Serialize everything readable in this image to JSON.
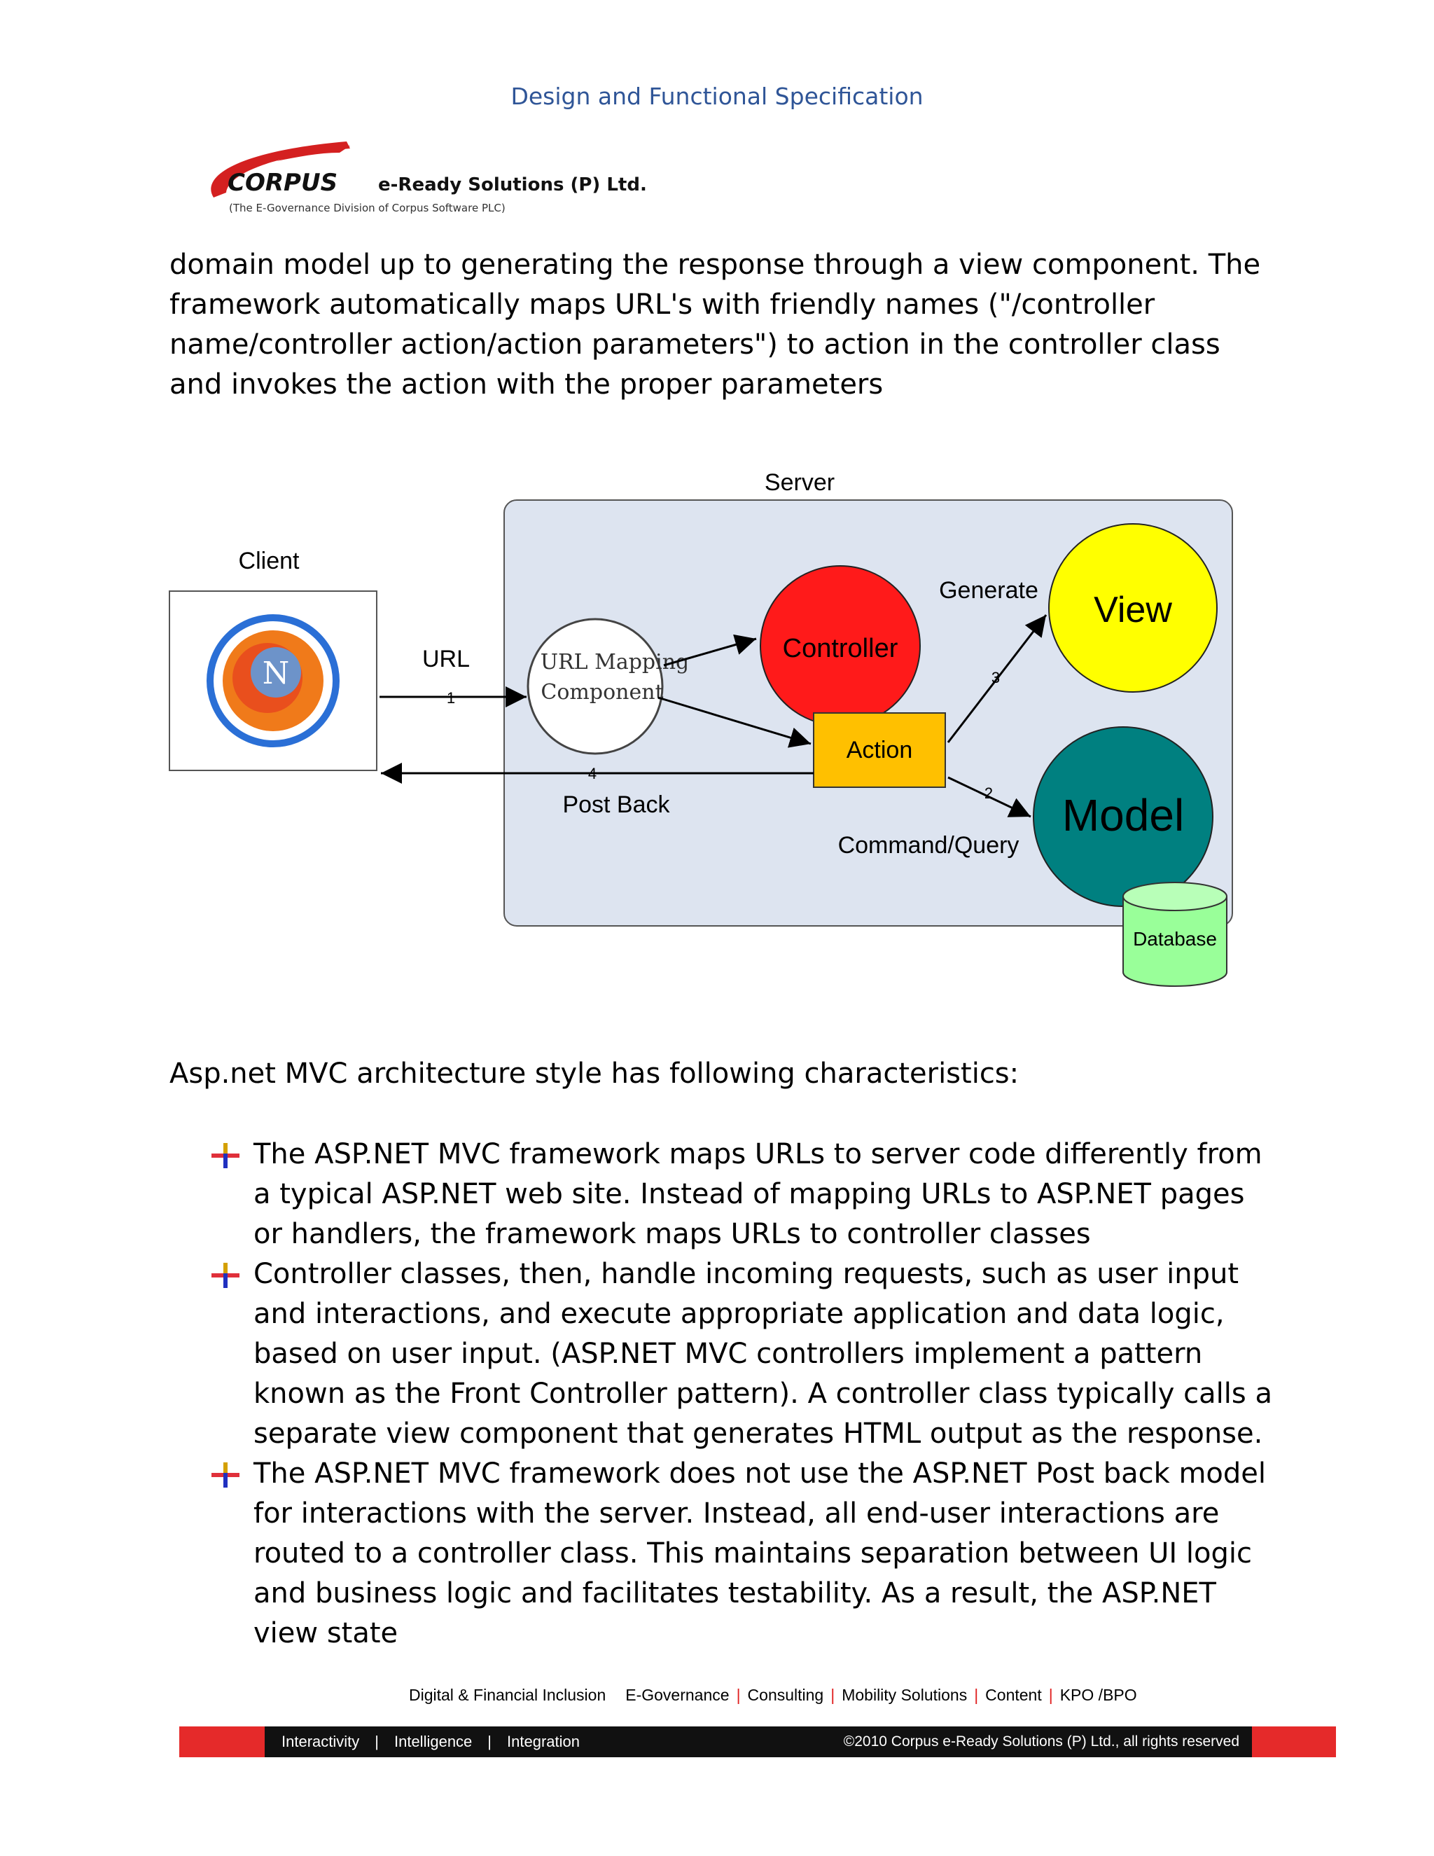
{
  "header": {
    "title": "Design and Functional Specification"
  },
  "logo": {
    "brand": "CORPUS",
    "company": "e-Ready Solutions (P) Ltd.",
    "tagline": "(The E-Governance Division of Corpus Software PLC)"
  },
  "intro_text": "domain model up to generating the response through a view component. The framework automatically maps URL's with friendly names (\"/controller name/controller action/action parameters\") to action in the controller class and invokes the action with the proper parameters",
  "diagram": {
    "server_label": "Server",
    "client_label": "Client",
    "url_label": "URL",
    "step1": "1",
    "url_mapping_line1": "URL Mapping",
    "url_mapping_line2": "Component",
    "controller": "Controller",
    "action": "Action",
    "generate_label": "Generate",
    "step3": "3",
    "view": "View",
    "step2": "2",
    "model": "Model",
    "command_query": "Command/Query",
    "database": "Database",
    "step4": "4",
    "post_back": "Post Back",
    "browser_letter": "N"
  },
  "characteristics_heading": "Asp.net MVC architecture style has following characteristics:",
  "bullets": [
    "The ASP.NET MVC framework maps URLs to server code differently from a typical ASP.NET web site. Instead of mapping URLs to ASP.NET pages or handlers, the framework maps URLs to controller classes",
    "Controller classes, then, handle incoming requests, such as user input and interactions, and execute appropriate application and data logic, based on user input. (ASP.NET MVC controllers implement a pattern known as the Front Controller pattern). A controller class typically calls a separate view component that generates HTML output as the response.",
    "The ASP.NET MVC framework does not use the ASP.NET Post back model for interactions with the server. Instead, all end-user interactions are routed to a controller class. This maintains separation between UI logic and business logic and facilitates testability. As a result, the ASP.NET view state"
  ],
  "footer": {
    "services": [
      "Digital & Financial Inclusion",
      "E-Governance",
      "Consulting",
      "Mobility Solutions",
      "Content",
      "KPO /BPO"
    ],
    "bar_items": [
      "Interactivity",
      "Intelligence",
      "Integration"
    ],
    "copyright": "©2010 Corpus e-Ready Solutions (P) Ltd., all rights reserved"
  },
  "colors": {
    "header_blue": "#2f5597",
    "controller_red": "#ff1a1a",
    "view_yellow": "#ffff00",
    "model_teal": "#008080",
    "action_orange": "#ffc000",
    "database_green": "#99ff99",
    "server_bg": "#dde4f0"
  }
}
